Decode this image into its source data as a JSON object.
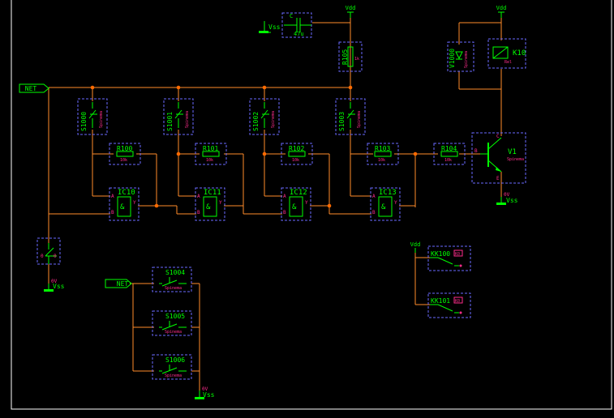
{
  "colors": {
    "background": "#000000",
    "wire": "#ff8c2a",
    "symbol": "#00ff00",
    "frame": "#6a6aff",
    "pin": "#ff2d8c",
    "junction": "#ff6a00",
    "border": "#ffffff"
  },
  "ports": {
    "net_main": "NET",
    "net_lower": "NET"
  },
  "power": {
    "vss": "Vss",
    "vdd": "Vdd",
    "ov": "0V"
  },
  "switches_top": [
    {
      "ref": "S1000",
      "val": "Spinema"
    },
    {
      "ref": "S1001",
      "val": "Spinema"
    },
    {
      "ref": "S1002",
      "val": "Spinema"
    },
    {
      "ref": "S1003",
      "val": "Spinema"
    }
  ],
  "resistors": [
    {
      "ref": "R100",
      "val": "10k"
    },
    {
      "ref": "R101",
      "val": "10k"
    },
    {
      "ref": "R102",
      "val": "10k"
    },
    {
      "ref": "R103",
      "val": "10k"
    },
    {
      "ref": "R104",
      "val": "10k"
    }
  ],
  "resistor_top": {
    "ref": "R105",
    "val": "1k"
  },
  "gates": [
    {
      "ref": "IC10",
      "symbol": "&",
      "pin_a": "A",
      "pin_b": "B",
      "pin_y": "Y"
    },
    {
      "ref": "IC11",
      "symbol": "&",
      "pin_a": "A",
      "pin_b": "B",
      "pin_y": "Y"
    },
    {
      "ref": "IC12",
      "symbol": "&",
      "pin_a": "A",
      "pin_b": "B",
      "pin_y": "Y"
    },
    {
      "ref": "IC13",
      "symbol": "&",
      "pin_a": "A",
      "pin_b": "B",
      "pin_y": "Y"
    }
  ],
  "capacitor": {
    "ref": "C",
    "val": "47u"
  },
  "diode": {
    "ref": "V1000",
    "val": "Spinema"
  },
  "relay": {
    "ref": "K10",
    "val": "Rel"
  },
  "transistor": {
    "ref": "V1",
    "val": "Spinema",
    "pin_c": "C",
    "pin_b": "B",
    "pin_e": "E"
  },
  "switches_bottom": [
    {
      "ref": "S1004",
      "val": "Spinema"
    },
    {
      "ref": "S1005",
      "val": "Spinema"
    },
    {
      "ref": "S1006",
      "val": "Spinema"
    }
  ],
  "contacts": [
    {
      "ref": "KK100",
      "tag": "K0"
    },
    {
      "ref": "KK101",
      "tag": "K0"
    }
  ],
  "switch_misc": {
    "pin1": "0",
    "pin2": "0"
  }
}
